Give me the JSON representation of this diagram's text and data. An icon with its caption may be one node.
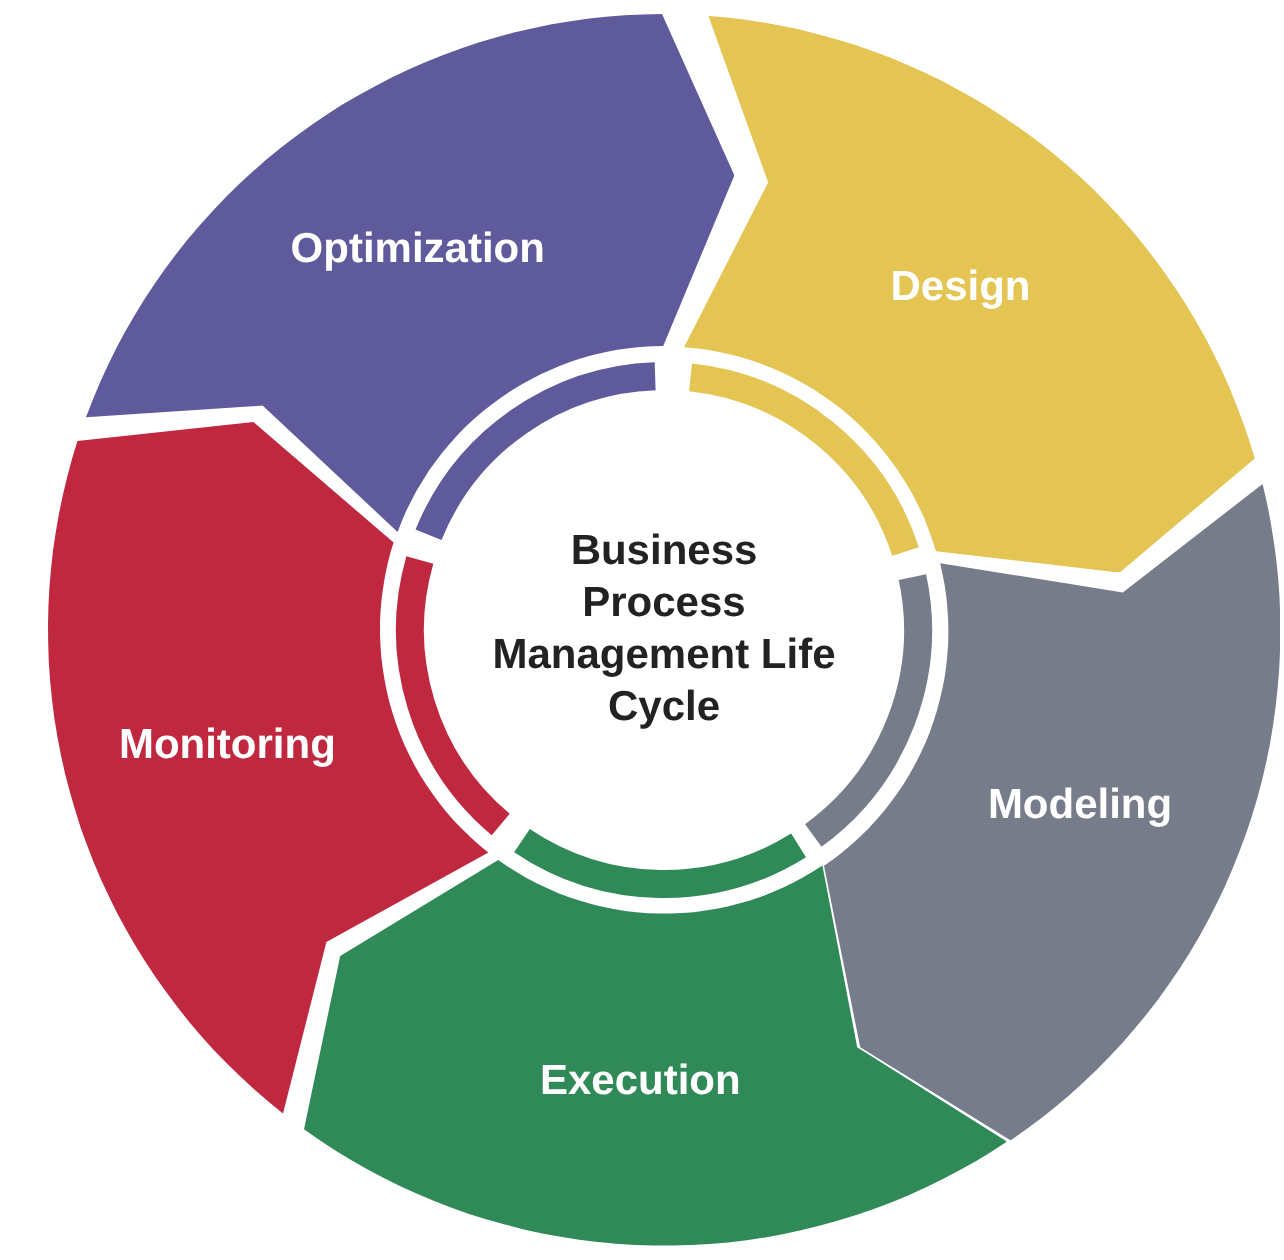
{
  "diagram": {
    "nodes": [
      {
        "text": [
          "Business Process Management Life Cycle"
        ]
      },
      {
        "text": [
          "Optimization"
        ]
      },
      {
        "text": [
          "Design"
        ]
      },
      {
        "text": [
          "Modeling"
        ]
      },
      {
        "text": [
          "Execution"
        ]
      },
      {
        "text": [
          "Monitoring"
        ]
      }
    ]
  }
}
